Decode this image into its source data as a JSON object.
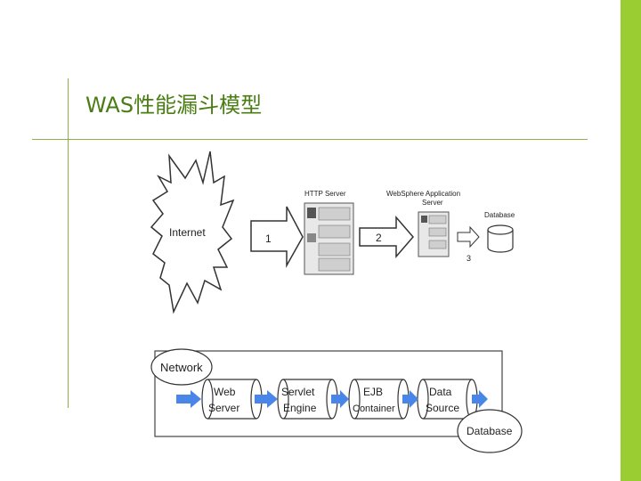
{
  "slide": {
    "title": "WAS性能漏斗模型",
    "accent_color": "#9acd32",
    "title_color": "#4a7d14"
  },
  "top_diagram": {
    "internet_label": "Internet",
    "arrow1_label": "1",
    "http_server_label": "HTTP Server",
    "arrow2_label": "2",
    "was_label_line1": "WebSphere Application",
    "was_label_line2": "Server",
    "database_label": "Database",
    "arrow3_label": "3"
  },
  "bottom_diagram": {
    "network_label": "Network",
    "stages": [
      {
        "line1": "Web",
        "line2": "Server"
      },
      {
        "line1": "Servlet",
        "line2": "Engine"
      },
      {
        "line1": "EJB",
        "line2": "Container"
      },
      {
        "line1": "Data",
        "line2": "Source"
      }
    ],
    "database_label": "Database",
    "flow_arrow_color": "#4a86e8"
  }
}
